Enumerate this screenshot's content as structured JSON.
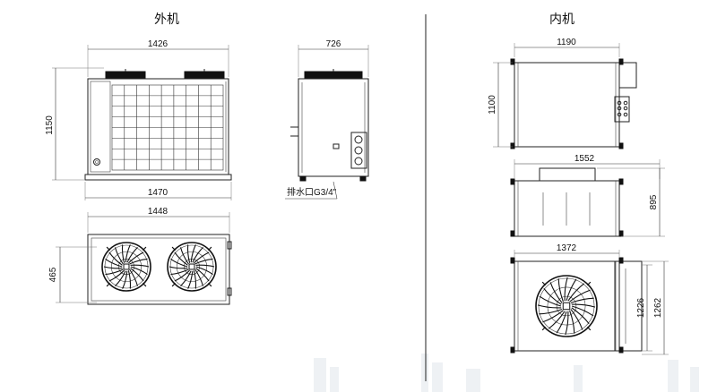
{
  "sections": {
    "outdoor": {
      "title": "外机",
      "front_view": {
        "width_top": "1426",
        "width_bottom": "1470",
        "height": "1150"
      },
      "side_view": {
        "depth": "726",
        "drain_label": "排水口G3/4\""
      },
      "top_view": {
        "width": "1448",
        "depth": "465"
      }
    },
    "indoor": {
      "title": "内机",
      "front_view": {
        "width": "1190",
        "height": "1100"
      },
      "side_view": {
        "width": "1552",
        "height": "895"
      },
      "bottom_view": {
        "width": "1372",
        "depth_inner": "1226",
        "depth_outer": "1262"
      }
    }
  },
  "colors": {
    "line": "#222222",
    "background": "#ffffff",
    "ghost": "#e9edf1"
  }
}
